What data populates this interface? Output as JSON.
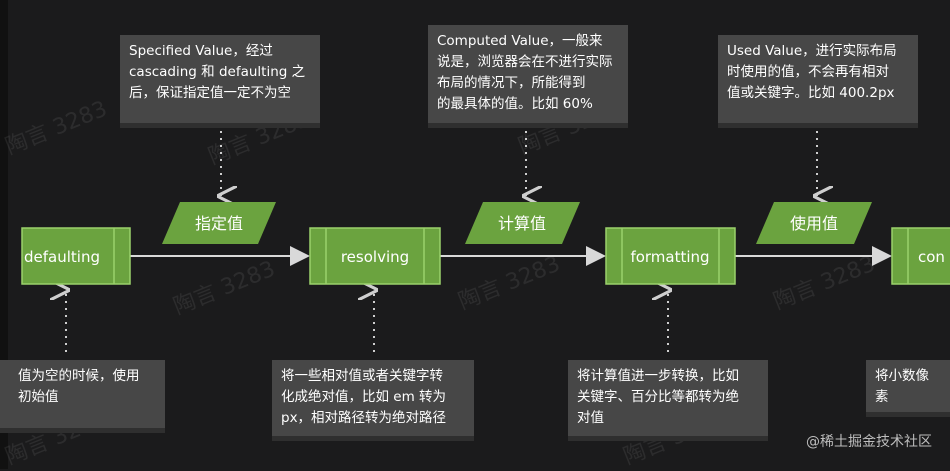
{
  "processes": [
    {
      "label": "defaulting"
    },
    {
      "label": "resolving"
    },
    {
      "label": "formatting"
    },
    {
      "label": "con"
    }
  ],
  "data_shapes": [
    {
      "label": "指定值"
    },
    {
      "label": "计算值"
    },
    {
      "label": "使用值"
    }
  ],
  "notes_top": [
    {
      "text": "Specified Value，经过\ncascading 和 defaulting 之\n后，保证指定值一定不为空"
    },
    {
      "text": "Computed Value，一般来\n说是，浏览器会在不进行实际\n布局的情况下，所能得到\n的最具体的值。比如 60%"
    },
    {
      "text": "Used Value，进行实际布局\n时使用的值，不会再有相对\n值或关键字。比如 400.2px"
    }
  ],
  "notes_bottom": [
    {
      "text": "值为空的时候，使用\n初始值"
    },
    {
      "text": "将一些相对值或者关键字转\n化成绝对值，比如 em 转为\npx，相对路径转为绝对路径"
    },
    {
      "text": "将计算值进一步转换，比如\n关键字、百分比等都转为绝\n对值"
    },
    {
      "text": "将小数像素"
    }
  ],
  "watermark_text": "陶言 3283",
  "credit": "@稀土掘金技术社区",
  "colors": {
    "process_fill": "#6ba33f",
    "process_stroke": "#9bd16b",
    "arrow": "#d9d9d9",
    "dotted": "#cfcfcf",
    "note_bg": "#474747"
  }
}
